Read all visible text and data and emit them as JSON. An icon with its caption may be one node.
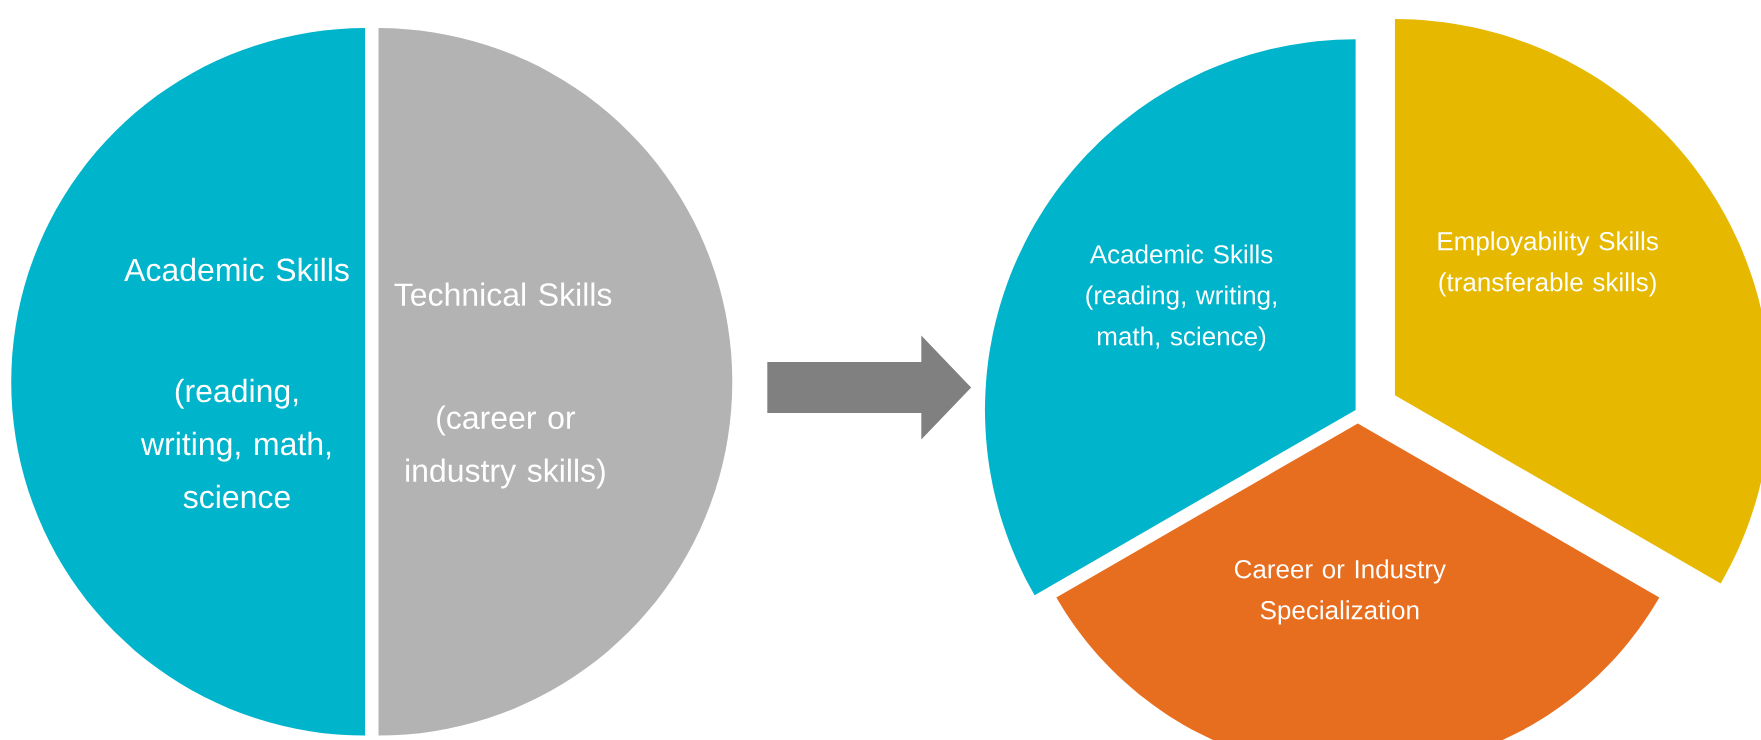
{
  "diagram": {
    "nodes": [
      {
        "text": [
          "Academic Skills",
          "(reading, writing, math, science"
        ]
      },
      {
        "text": [
          "Technical Skills",
          "(career or industry skills)"
        ]
      },
      {
        "text": [
          "Academic Skills (reading, writing, math, science)"
        ]
      },
      {
        "text": [
          "Employability Skills (transferable skills)"
        ]
      },
      {
        "text": [
          "Career or Industry Specialization"
        ]
      }
    ],
    "edges": [
      {
        "from": 1,
        "to": 2,
        "arrow": "to"
      }
    ]
  }
}
